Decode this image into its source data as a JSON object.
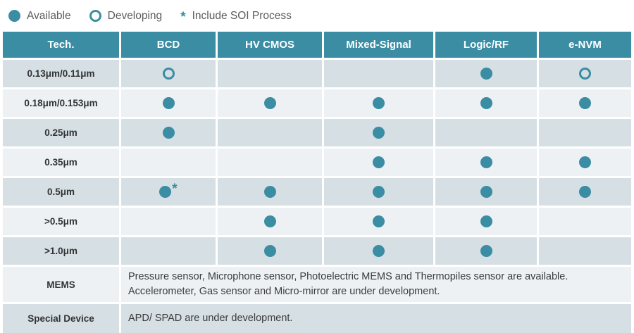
{
  "legend": {
    "available_label": "Available",
    "developing_label": "Developing",
    "soi_star": "*",
    "soi_label": "Include SOI Process"
  },
  "colors": {
    "accent_teal": "#3a8da3",
    "row_dark": "#d5dfe4",
    "row_light": "#edf1f4",
    "header_text": "#ffffff"
  },
  "chart_data": {
    "type": "table",
    "title": "Process technology availability matrix",
    "legend": [
      "Available",
      "Developing",
      "* Include SOI Process"
    ],
    "columns": [
      "Tech.",
      "BCD",
      "HV CMOS",
      "Mixed-Signal",
      "Logic/RF",
      "e-NVM"
    ],
    "rows": [
      {
        "tech": "0.13μm/0.11μm",
        "cells": [
          "developing",
          "",
          "",
          "available",
          "developing"
        ]
      },
      {
        "tech": "0.18μm/0.153μm",
        "cells": [
          "available",
          "available",
          "available",
          "available",
          "available"
        ]
      },
      {
        "tech": "0.25μm",
        "cells": [
          "available",
          "",
          "available",
          "",
          ""
        ]
      },
      {
        "tech": "0.35μm",
        "cells": [
          "",
          "",
          "available",
          "available",
          "available"
        ]
      },
      {
        "tech": "0.5μm",
        "cells": [
          "available_soi",
          "available",
          "available",
          "available",
          "available"
        ]
      },
      {
        "tech": ">0.5μm",
        "cells": [
          "",
          "available",
          "available",
          "available",
          ""
        ]
      },
      {
        "tech": ">1.0μm",
        "cells": [
          "",
          "available",
          "available",
          "available",
          ""
        ]
      }
    ],
    "text_rows": [
      {
        "label": "MEMS",
        "lines": [
          "Pressure sensor, Microphone sensor, Photoelectric MEMS and Thermopiles sensor are available.",
          "Accelerometer, Gas sensor and Micro-mirror are under development."
        ]
      },
      {
        "label": "Special Device",
        "lines": [
          "APD/ SPAD are under development."
        ]
      }
    ]
  }
}
